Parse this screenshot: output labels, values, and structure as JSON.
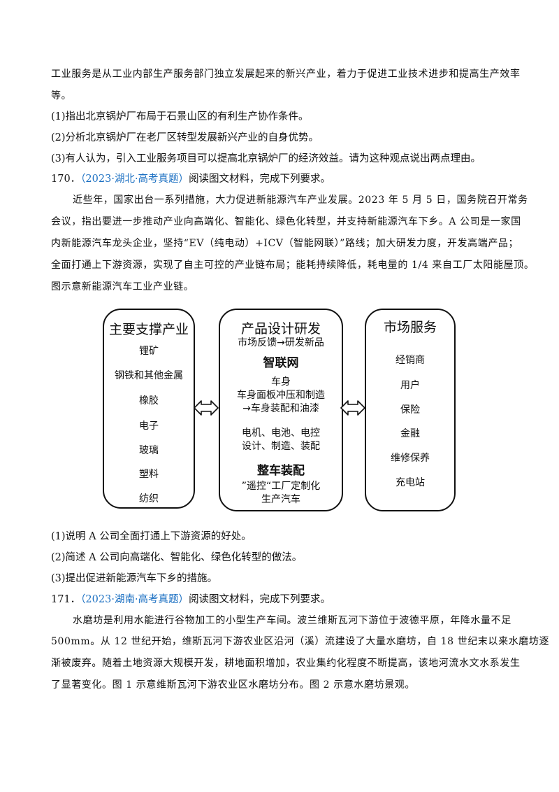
{
  "paragraphs": {
    "p1_l1": "工业服务是从工业内部生产服务部门独立发展起来的新兴产业，着力于促进工业技术进步和提高生产效率",
    "p1_l2": "等。",
    "q1": "(1)指出北京锅炉厂布局于石景山区的有利生产协作条件。",
    "q2": "(2)分析北京锅炉厂在老厂区转型发展新兴产业的自身优势。",
    "q3": "(3)有人认为，引入工业服务项目可以提高北京锅炉厂的经济效益。请为这种观点说出两点理由。"
  },
  "q170": {
    "num": "170．",
    "source": "（2023·湖北·高考真题）",
    "prompt": "阅读图文材料，完成下列要求。",
    "mat_l1": "近些年，国家出台一系列措施，大力促进新能源汽车产业发展。2023 年 5 月 5 日，国务院召开常务",
    "mat_l2": "会议，指出要进一步推动产业向高端化、智能化、绿色化转型，并支持新能源汽车下乡。A 公司是一家国",
    "mat_l3": "内新能源汽车龙头企业，坚持“EV（纯电动）+ICV（智能网联）”路线；加大研发力度，开发高端产品；",
    "mat_l4": "全面打通上下游资源，实现了自主可控的产业链布局；能耗持续降低，耗电量的 1/4 来自工厂太阳能屋顶。",
    "mat_l5": "图示意新能源汽车工业产业链。",
    "q1": "(1)说明 A 公司全面打通上下游资源的好处。",
    "q2": "(2)简述 A 公司向高端化、智能化、绿色化转型的做法。",
    "q3": "(3)提出促进新能源汽车下乡的措施。"
  },
  "diagram": {
    "left": {
      "title": "主要支撑产业",
      "items": [
        "锂矿",
        "钢铁和其他金属",
        "橡胶",
        "电子",
        "玻璃",
        "塑料",
        "纺织"
      ]
    },
    "center": {
      "title": "产品设计研发",
      "sub": "市场反馈→研发新品",
      "h2": "智联网",
      "lines": [
        "车身",
        "车身面板冲压和制造",
        "→车身装配和油漆",
        "电机、电池、电控",
        "设计、制造、装配"
      ],
      "h3": "整车装配",
      "lines2": [
        "”遥控“工厂定制化",
        "生产汽车"
      ]
    },
    "right": {
      "title": "市场服务",
      "items": [
        "经销商",
        "用户",
        "保险",
        "金融",
        "维修保养",
        "充电站"
      ]
    }
  },
  "q171": {
    "num": "171．",
    "source": "（2023·湖南·高考真题）",
    "prompt": "阅读图文材料，完成下列要求。",
    "mat_l1": "水磨坊是利用水能进行谷物加工的小型生产车间。波兰维斯瓦河下游位于波德平原，年降水量不足",
    "mat_l2": "500mm。从 12 世纪开始，维斯瓦河下游农业区沿河（溪）流建设了大量水磨坊，自 18 世纪末以来水磨坊逐",
    "mat_l3": "渐被废弃。随着土地资源大规模开发，耕地面积增加，农业集约化程度不断提高，该地河流水文水系发生",
    "mat_l4": "了显著变化。图 1 示意维斯瓦河下游农业区水磨坊分布。图 2 示意水磨坊景观。"
  }
}
